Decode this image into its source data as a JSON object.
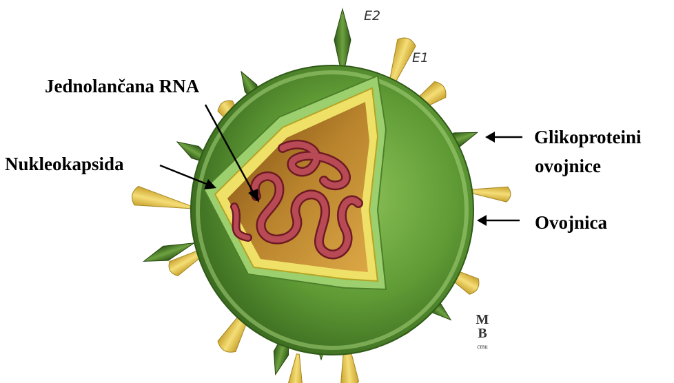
{
  "labels": {
    "rna": "Jednolančana RNA",
    "nucleocapsid": "Nukleokapsida",
    "glyco_line1": "Glikoproteini",
    "glyco_line2": "ovojnice",
    "envelope": "Ovojnica"
  },
  "spikes": {
    "e2": "E2",
    "e1": "E1"
  },
  "colors": {
    "envelope_green": "#5f9a35",
    "envelope_dark": "#3f6e22",
    "capsid_yellow": "#e8d84a",
    "interior_brown": "#a9731e",
    "rna_red": "#a8323e",
    "spike_yellow": "#e7c64a",
    "spike_green": "#4b7a2c"
  }
}
